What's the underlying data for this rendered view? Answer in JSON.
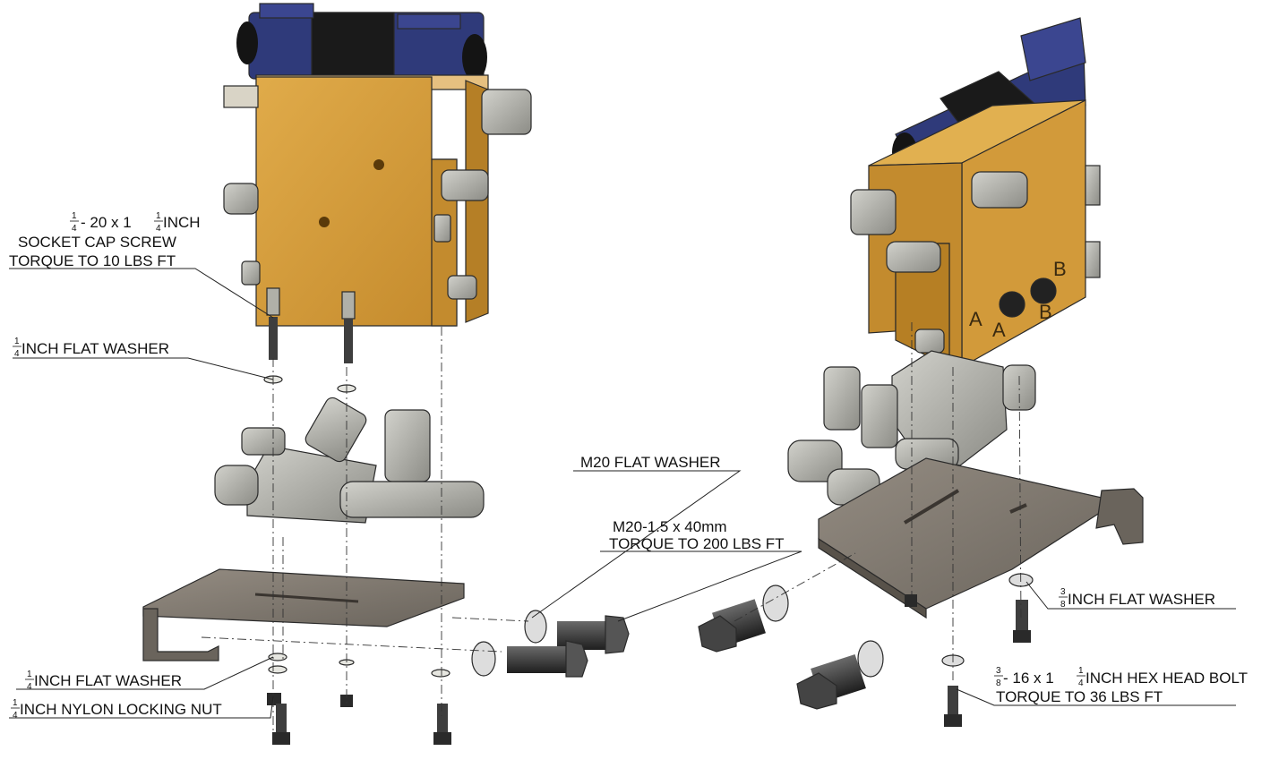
{
  "labels": {
    "socket_cap_screw": {
      "line1_whole_before": "",
      "frac1_num": "1",
      "frac1_den": "4",
      "line1_mid": " - 20 x 1",
      "frac2_num": "1",
      "frac2_den": "4",
      "line1_tail": " INCH",
      "line2": "SOCKET CAP SCREW",
      "line3": "TORQUE TO 10 LBS FT"
    },
    "flat_washer_top_left": {
      "frac_num": "1",
      "frac_den": "4",
      "text": " INCH FLAT WASHER"
    },
    "flat_washer_bottom_left": {
      "frac_num": "1",
      "frac_den": "4",
      "text": " INCH FLAT WASHER"
    },
    "nylon_nut": {
      "frac_num": "1",
      "frac_den": "4",
      "text": " INCH NYLON LOCKING NUT"
    },
    "m20_washer": {
      "text": "M20 FLAT WASHER"
    },
    "m20_bolt": {
      "line1": "M20-1.5 x 40mm",
      "line2": "TORQUE TO 200 LBS FT"
    },
    "flat_washer_right": {
      "frac_num": "3",
      "frac_den": "8",
      "text": " INCH FLAT WASHER"
    },
    "hex_head_bolt": {
      "frac1_num": "3",
      "frac1_den": "8",
      "mid": " - 16 x 1",
      "frac2_num": "1",
      "frac2_den": "4",
      "tail": " INCH HEX HEAD BOLT",
      "line2": "TORQUE TO 36 LBS FT"
    }
  },
  "stamps": {
    "port_a": "A",
    "port_b": "B"
  },
  "colors": {
    "manifold_brass": "#d29a3a",
    "manifold_brass_dark": "#a8741f",
    "solenoid_blue": "#2f3a7a",
    "solenoid_black": "#1a1a1a",
    "steel": "#9a9a92",
    "plate_dark": "#7b746a",
    "bolt_dark": "#3a3a3a"
  }
}
